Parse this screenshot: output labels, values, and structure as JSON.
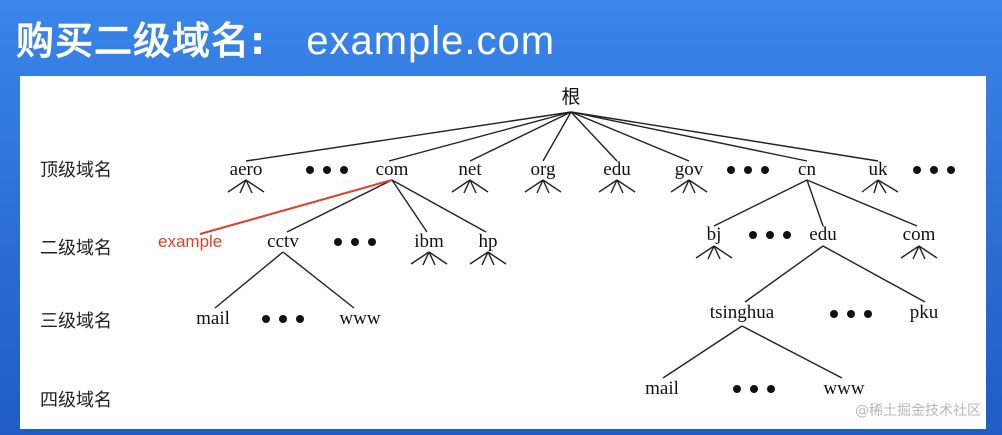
{
  "title": {
    "text": "购买二级域名:",
    "domain": "example.com"
  },
  "tree": {
    "root": "根",
    "level_labels": [
      "顶级域名",
      "二级域名",
      "三级域名",
      "四级域名"
    ],
    "top_level": [
      "aero",
      "com",
      "net",
      "org",
      "edu",
      "gov",
      "cn",
      "uk"
    ],
    "second_level_com": [
      "cctv",
      "ibm",
      "hp"
    ],
    "second_level_cn": [
      "bj",
      "edu",
      "com"
    ],
    "third_level_cctv": [
      "mail",
      "www"
    ],
    "third_level_cn_edu": [
      "tsinghua",
      "pku"
    ],
    "fourth_level_tsinghua": [
      "mail",
      "www"
    ],
    "highlight": "example"
  },
  "watermark": "@稀土掘金技术社区"
}
